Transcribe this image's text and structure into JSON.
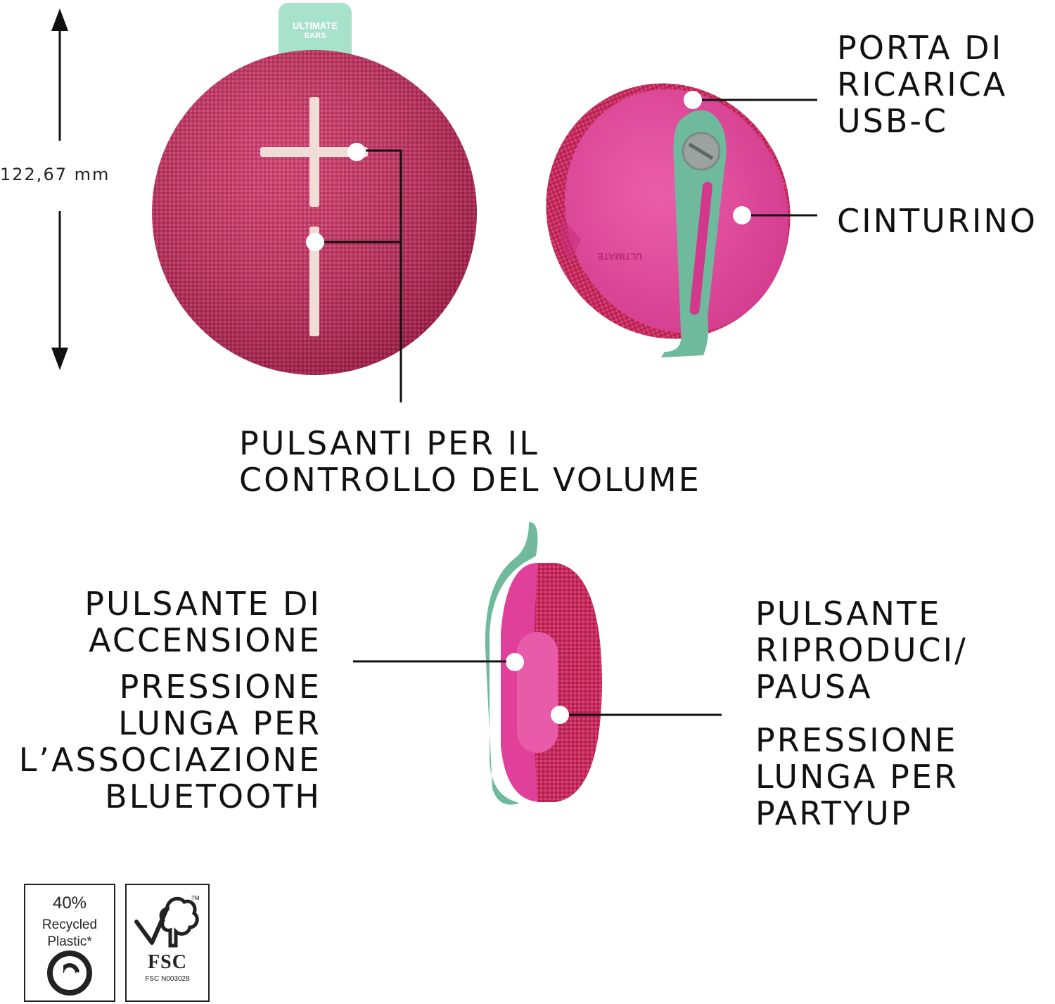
{
  "dimension": {
    "height_label": "122,67 mm"
  },
  "brand": {
    "tag_line1": "ULTIMATE",
    "tag_line2": "EARS"
  },
  "callouts": {
    "usb_port": [
      "PORTA DI",
      "RICARICA",
      "USB-C"
    ],
    "strap": [
      "CINTURINO"
    ],
    "volume": [
      "PULSANTI PER IL",
      "CONTROLLO DEL VOLUME"
    ],
    "power_title": [
      "PULSANTE DI",
      "ACCENSIONE"
    ],
    "power_desc": [
      "PRESSIONE",
      "LUNGA PER",
      "L’ASSOCIAZIONE",
      "BLUETOOTH"
    ],
    "play_title": [
      "PULSANTE",
      "RIPRODUCI/",
      "PAUSA"
    ],
    "play_desc": [
      "PRESSIONE",
      "LUNGA PER",
      "PARTYUP"
    ]
  },
  "badges": {
    "recycled": {
      "percent": "40%",
      "line1": "Recycled",
      "line2": "Plastic*"
    },
    "fsc": {
      "logo": "FSC",
      "tm": "TM",
      "code": "FSC N003028"
    }
  },
  "colors": {
    "speaker_red": "#c8285a",
    "speaker_pink": "#e0409a",
    "strap_mint": "#6fb99d",
    "tag_mint": "#a8e2cc",
    "button_cream": "#f0ddd6"
  }
}
